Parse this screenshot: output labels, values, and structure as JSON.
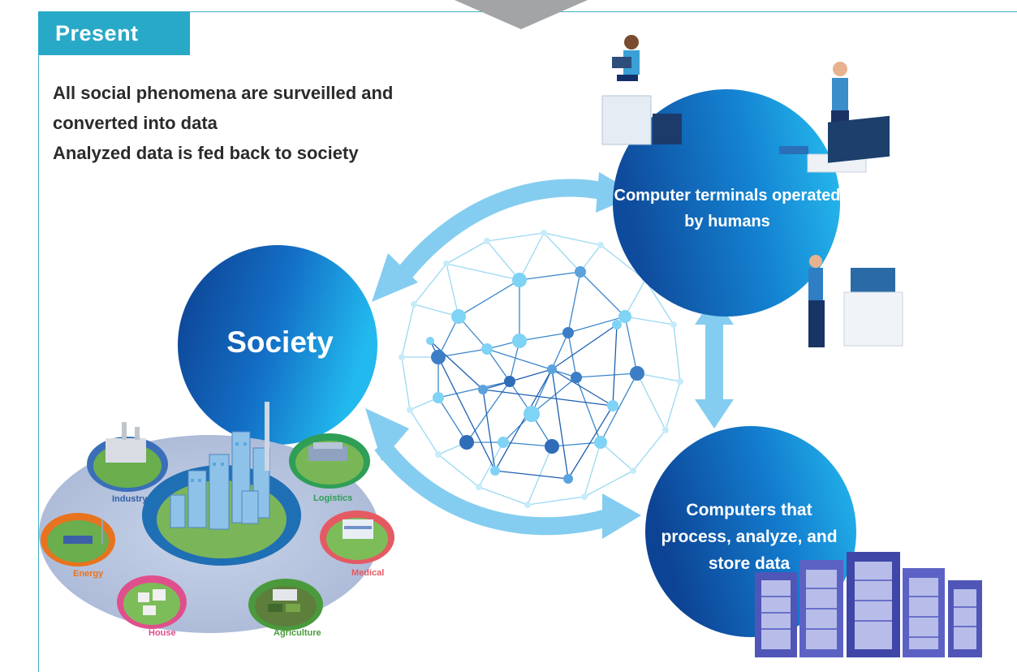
{
  "header": {
    "tab_label": "Present",
    "headline_lines": [
      "All social phenomena are surveilled and",
      "converted into data",
      "Analyzed data is fed back to society"
    ]
  },
  "nodes": {
    "society": "Society",
    "terminals": "Computer terminals operated by humans",
    "computers": "Computers that process, analyze, and store data"
  },
  "sectors": {
    "industry": "Industry",
    "logistics": "Logistics",
    "energy": "Energy",
    "medical": "Medical",
    "house": "House",
    "agriculture": "Agriculture"
  },
  "colors": {
    "accent_teal": "#29a9c8",
    "arrow_light_blue": "#84cdf0",
    "circle_dark": "#0e4a9a",
    "circle_light": "#21b7ec",
    "industry": "#3a6fb8",
    "logistics": "#2f9e56",
    "energy": "#e8731e",
    "medical": "#e45a63",
    "house": "#df4f8c",
    "agriculture": "#4a9a3d"
  }
}
